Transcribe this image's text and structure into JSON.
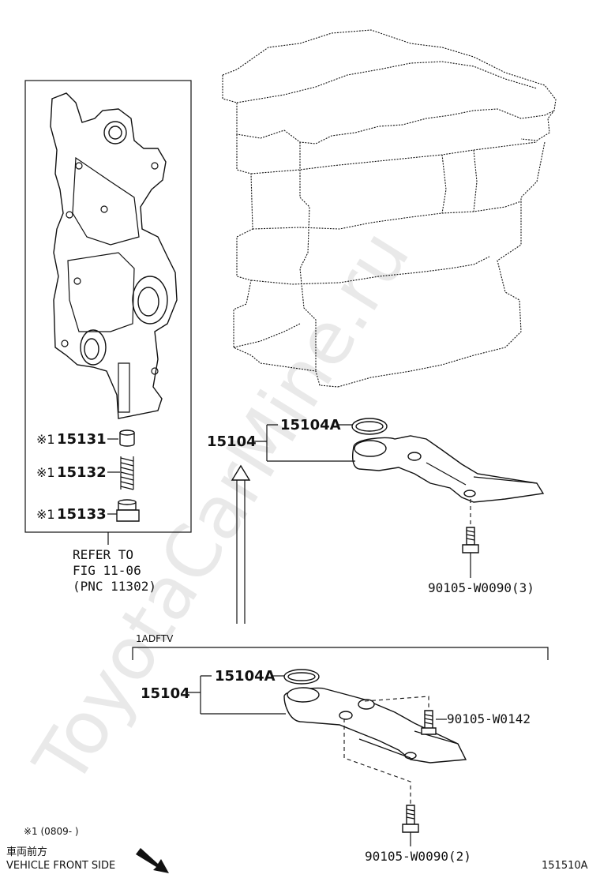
{
  "watermark": "ToyotaCarMine.ru",
  "inset": {
    "parts": [
      {
        "marker": "※1",
        "number": "15131"
      },
      {
        "marker": "※1",
        "number": "15132"
      },
      {
        "marker": "※1",
        "number": "15133"
      }
    ],
    "refer": [
      "REFER TO",
      "FIG 11-06",
      "(PNC 11302)"
    ]
  },
  "upper_assembly": {
    "main_part": "15104",
    "gasket": "15104A",
    "bolt": "90105-W0090(3)"
  },
  "lower_assembly": {
    "variant_code": "1ADFTV",
    "main_part": "15104",
    "gasket": "15104A",
    "bolt_side": "90105-W0142",
    "bolt_bottom": "90105-W0090(2)"
  },
  "footnote": "※1 (0809-       )",
  "front_label_jp": "車両前方",
  "front_label_en": "VEHICLE FRONT SIDE",
  "figure_code": "151510A"
}
